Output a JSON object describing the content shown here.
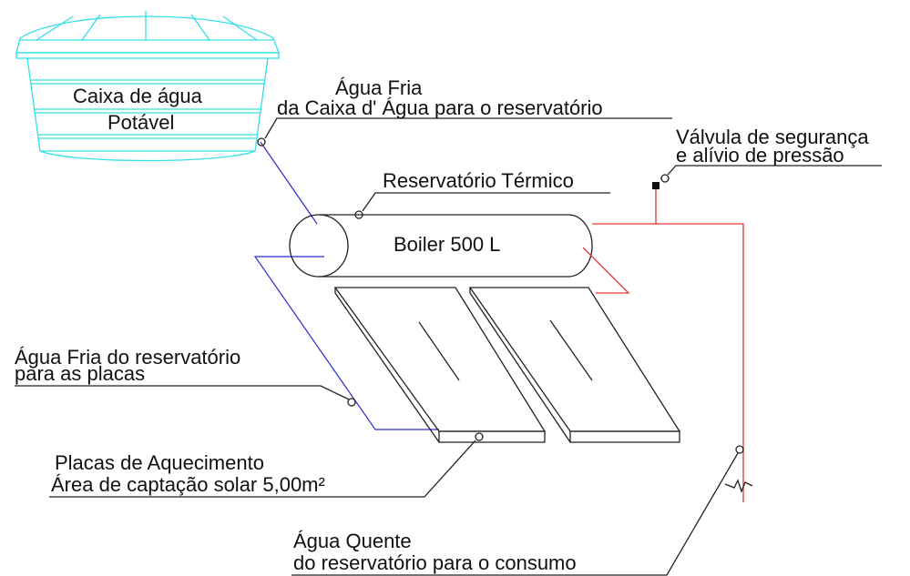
{
  "labels": {
    "tank_line1": "Caixa de água",
    "tank_line2": "Potável",
    "cold_in_line1": "Água Fria",
    "cold_in_line2": "da Caixa d' Água para o reservatório",
    "valve_line1": "Válvula de segurança",
    "valve_line2": "e alívio de pressão",
    "reservoir": "Reservatório Térmico",
    "boiler": "Boiler 500 L",
    "cold_out_line1": "Água Fria do reservatório",
    "cold_out_line2": "para as placas",
    "plates_line1": "Placas de Aquecimento",
    "plates_line2": "Área de captação solar 5,00m²",
    "hot_line1": "Água Quente",
    "hot_line2": "do reservatório para o consumo"
  },
  "colors": {
    "tank": "#33e0e8",
    "cold_pipe": "#2b2bd6",
    "hot_pipe": "#e33838",
    "ink": "#222222"
  }
}
